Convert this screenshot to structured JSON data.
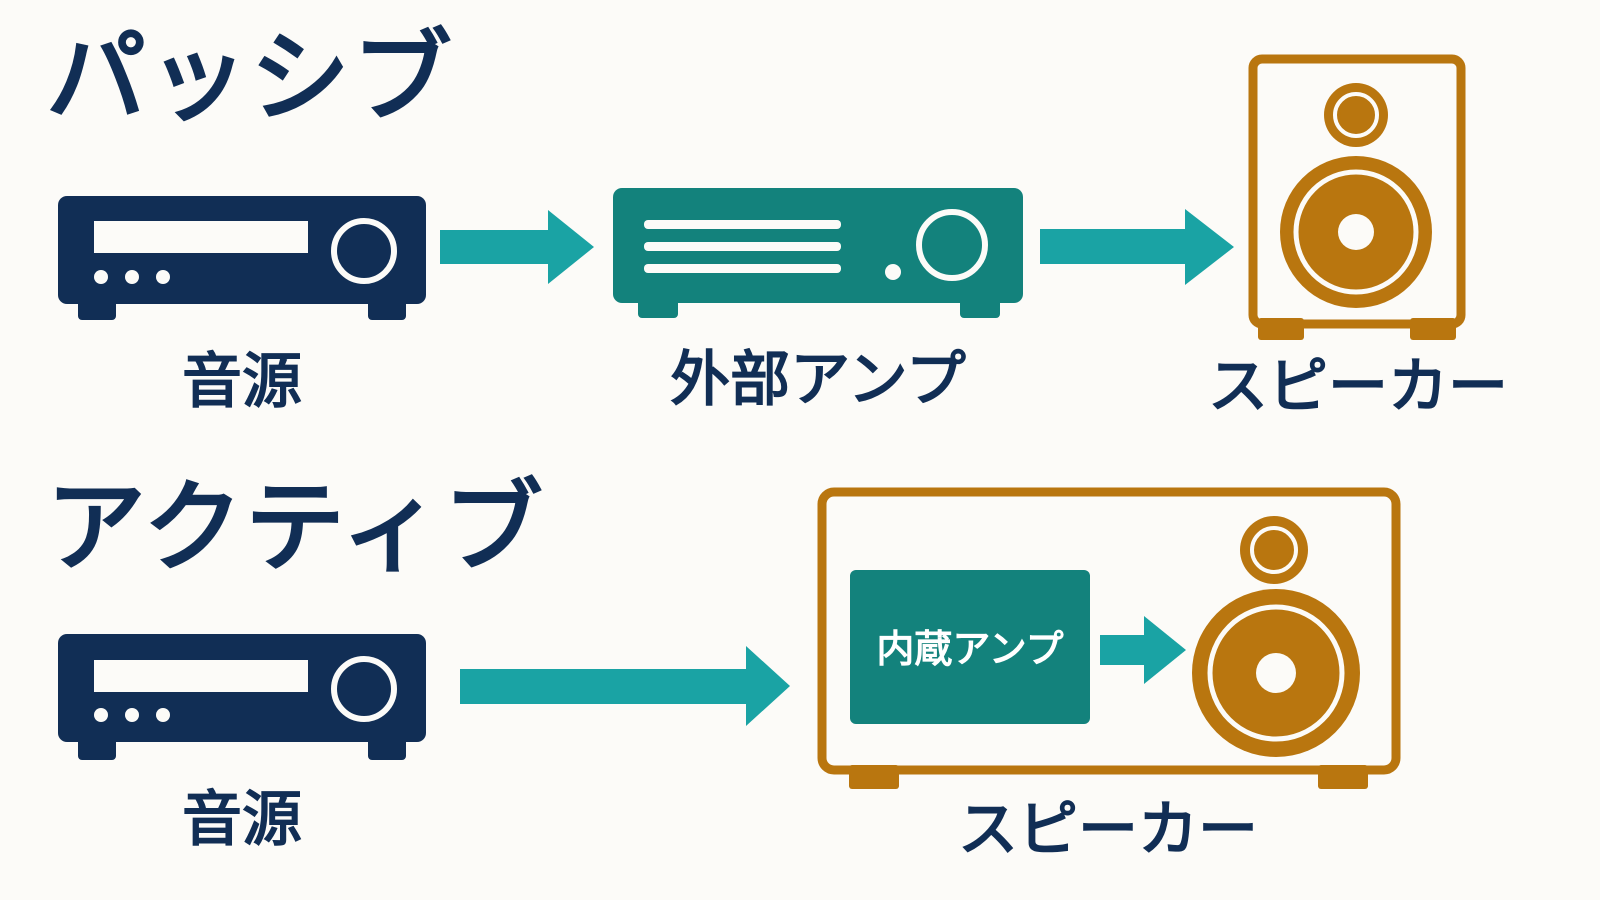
{
  "colors": {
    "navy": "#112e55",
    "teal": "#13827c",
    "teal_arrow": "#1aa3a4",
    "gold": "#b9760f",
    "background": "#fcfbf8"
  },
  "passive": {
    "title": "パッシブ",
    "source_label": "音源",
    "amp_label": "外部アンプ",
    "speaker_label": "スピーカー"
  },
  "active": {
    "title": "アクティブ",
    "source_label": "音源",
    "builtin_amp_label": "内蔵アンプ",
    "speaker_label": "スピーカー"
  }
}
